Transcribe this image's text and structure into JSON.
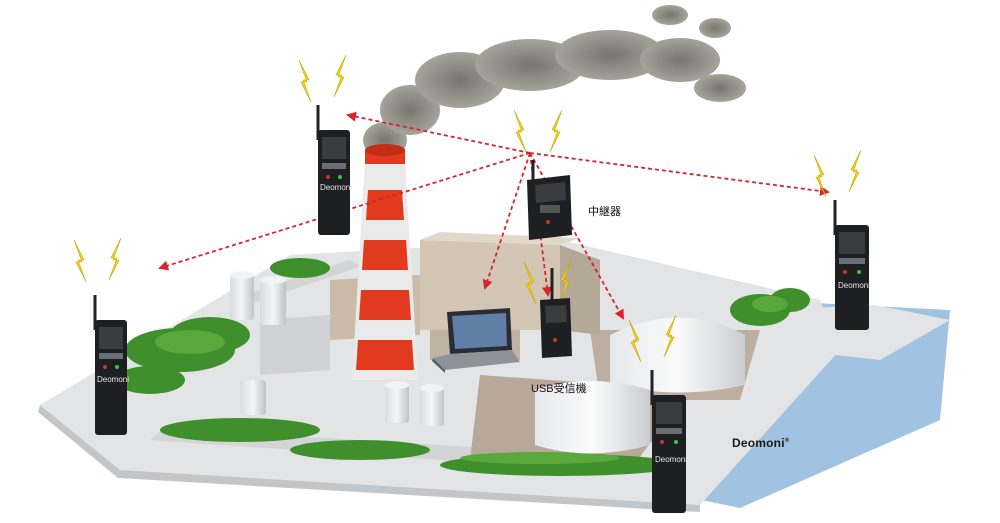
{
  "labels": {
    "repeater": "中継器",
    "usb_receiver": "USB受信機"
  },
  "brand": {
    "name": "Deomoni",
    "mark": "®"
  },
  "device_text": {
    "name": "Deomoni"
  },
  "colors": {
    "link_arrow": "#d9232d",
    "lightning": "#f2d21b",
    "smoke": "#8a8a82",
    "chimney_red": "#e23a1e",
    "water": "#9fc3e0",
    "greenery": "#3f8f2c"
  },
  "icons": [
    "lightning-icon",
    "wireless-logger-device",
    "laptop-icon",
    "usb-receiver-device",
    "repeater-device"
  ]
}
